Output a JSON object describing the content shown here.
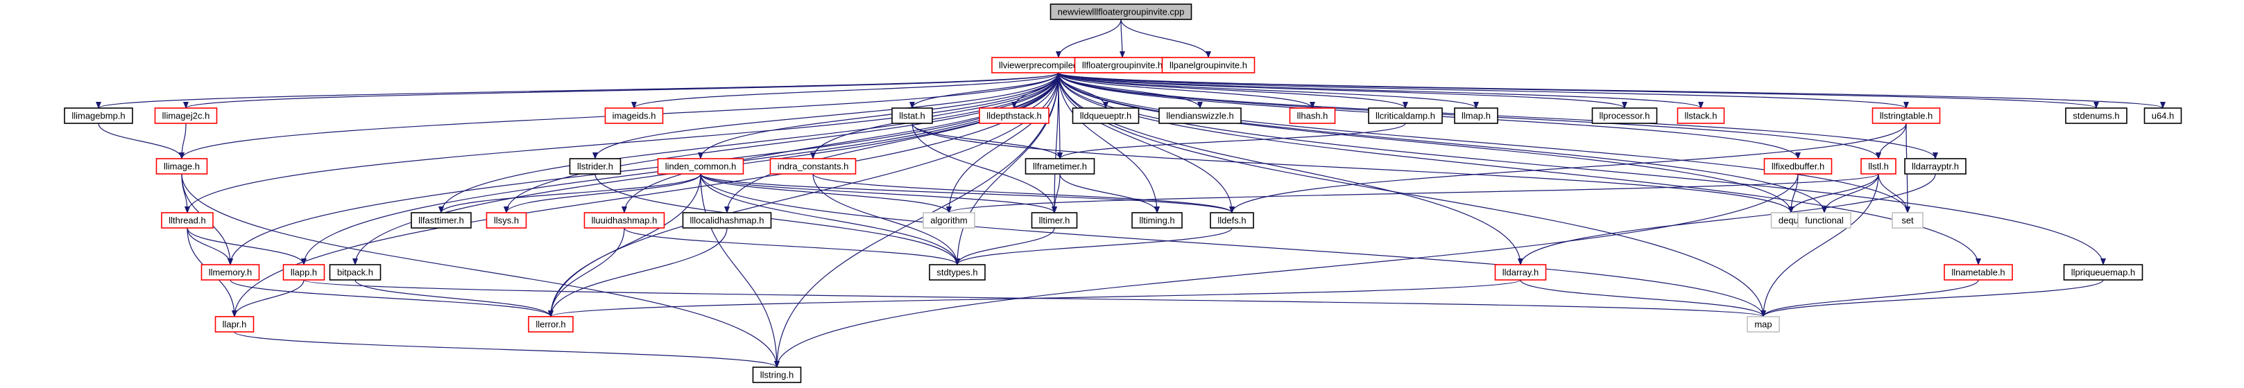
{
  "graph": {
    "colors": {
      "edge": "#191970",
      "border_default": "#000000",
      "border_missing_doc": "#ff0000",
      "border_system": "#bfbfbf",
      "fill_root": "#bfbfbf",
      "fill_default": "#ffffff"
    },
    "nodes": [
      {
        "id": "root",
        "label": "newviewlllfloatergroupinvite.cpp",
        "style": "root"
      },
      {
        "id": "pch",
        "label": "llviewerprecompiledheaders.h",
        "style": "missing"
      },
      {
        "id": "flgi",
        "label": "llfloatergroupinvite.h",
        "style": "missing"
      },
      {
        "id": "pgi",
        "label": "llpanelgroupinvite.h",
        "style": "missing"
      },
      {
        "id": "llimagebmp",
        "label": "llimagebmp.h",
        "style": "default"
      },
      {
        "id": "llimagej2c",
        "label": "llimagej2c.h",
        "style": "missing"
      },
      {
        "id": "imageids",
        "label": "imageids.h",
        "style": "missing"
      },
      {
        "id": "llstat",
        "label": "llstat.h",
        "style": "default"
      },
      {
        "id": "lldepthstack",
        "label": "lldepthstack.h",
        "style": "missing"
      },
      {
        "id": "lldqueueptr",
        "label": "lldqueueptr.h",
        "style": "default"
      },
      {
        "id": "llendianswizzle",
        "label": "llendianswizzle.h",
        "style": "default"
      },
      {
        "id": "llhash",
        "label": "llhash.h",
        "style": "missing"
      },
      {
        "id": "llcriticaldamp",
        "label": "llcriticaldamp.h",
        "style": "default"
      },
      {
        "id": "llmap",
        "label": "llmap.h",
        "style": "default"
      },
      {
        "id": "llprocessor",
        "label": "llprocessor.h",
        "style": "default"
      },
      {
        "id": "llstack",
        "label": "llstack.h",
        "style": "missing"
      },
      {
        "id": "llstringtable",
        "label": "llstringtable.h",
        "style": "missing"
      },
      {
        "id": "stdenums",
        "label": "stdenums.h",
        "style": "default"
      },
      {
        "id": "u64",
        "label": "u64.h",
        "style": "default"
      },
      {
        "id": "llimage",
        "label": "llimage.h",
        "style": "missing"
      },
      {
        "id": "llstrider",
        "label": "llstrider.h",
        "style": "default"
      },
      {
        "id": "lindencommon",
        "label": "linden_common.h",
        "style": "missing"
      },
      {
        "id": "indraconst",
        "label": "indra_constants.h",
        "style": "missing"
      },
      {
        "id": "llframetimer",
        "label": "llframetimer.h",
        "style": "default"
      },
      {
        "id": "llfixedbuffer",
        "label": "llfixedbuffer.h",
        "style": "missing"
      },
      {
        "id": "lldarrayptr",
        "label": "lldarrayptr.h",
        "style": "default"
      },
      {
        "id": "llstl",
        "label": "llstl.h",
        "style": "missing"
      },
      {
        "id": "llthread",
        "label": "llthread.h",
        "style": "missing"
      },
      {
        "id": "llfasttimer",
        "label": "llfasttimer.h",
        "style": "default"
      },
      {
        "id": "llsys",
        "label": "llsys.h",
        "style": "missing"
      },
      {
        "id": "lluuidhashmap",
        "label": "lluuidhashmap.h",
        "style": "missing"
      },
      {
        "id": "lllocalidhashmap",
        "label": "lllocalidhashmap.h",
        "style": "default"
      },
      {
        "id": "algorithm",
        "label": "algorithm",
        "style": "system"
      },
      {
        "id": "lltimer",
        "label": "lltimer.h",
        "style": "default"
      },
      {
        "id": "lltiming",
        "label": "lltiming.h",
        "style": "default"
      },
      {
        "id": "lldefs",
        "label": "lldefs.h",
        "style": "default"
      },
      {
        "id": "deque",
        "label": "deque",
        "style": "system"
      },
      {
        "id": "functional",
        "label": "functional",
        "style": "system"
      },
      {
        "id": "set",
        "label": "set",
        "style": "system"
      },
      {
        "id": "llmemory",
        "label": "llmemory.h",
        "style": "missing"
      },
      {
        "id": "llapp",
        "label": "llapp.h",
        "style": "missing"
      },
      {
        "id": "bitpack",
        "label": "bitpack.h",
        "style": "default"
      },
      {
        "id": "stdtypes",
        "label": "stdtypes.h",
        "style": "default"
      },
      {
        "id": "lldarray",
        "label": "lldarray.h",
        "style": "missing"
      },
      {
        "id": "llnametable",
        "label": "llnametable.h",
        "style": "missing"
      },
      {
        "id": "llpriqueuemap",
        "label": "llpriqueuemap.h",
        "style": "default"
      },
      {
        "id": "llapr",
        "label": "llapr.h",
        "style": "missing"
      },
      {
        "id": "llerror",
        "label": "llerror.h",
        "style": "missing"
      },
      {
        "id": "map",
        "label": "map",
        "style": "system"
      },
      {
        "id": "llstring",
        "label": "llstring.h",
        "style": "default"
      }
    ],
    "edges": [
      [
        "root",
        "pch"
      ],
      [
        "root",
        "flgi"
      ],
      [
        "root",
        "pgi"
      ],
      [
        "pch",
        "llimagebmp"
      ],
      [
        "pch",
        "llimagej2c"
      ],
      [
        "pch",
        "imageids"
      ],
      [
        "pch",
        "llstat"
      ],
      [
        "pch",
        "lldepthstack"
      ],
      [
        "pch",
        "lldqueueptr"
      ],
      [
        "pch",
        "llendianswizzle"
      ],
      [
        "pch",
        "llhash"
      ],
      [
        "pch",
        "llcriticaldamp"
      ],
      [
        "pch",
        "llmap"
      ],
      [
        "pch",
        "llprocessor"
      ],
      [
        "pch",
        "llstack"
      ],
      [
        "pch",
        "llstringtable"
      ],
      [
        "pch",
        "stdenums"
      ],
      [
        "pch",
        "u64"
      ],
      [
        "pch",
        "llimage"
      ],
      [
        "pch",
        "llstrider"
      ],
      [
        "pch",
        "lindencommon"
      ],
      [
        "pch",
        "indraconst"
      ],
      [
        "pch",
        "llframetimer"
      ],
      [
        "pch",
        "llfixedbuffer"
      ],
      [
        "pch",
        "lldarrayptr"
      ],
      [
        "pch",
        "llstl"
      ],
      [
        "pch",
        "llthread"
      ],
      [
        "pch",
        "llfasttimer"
      ],
      [
        "pch",
        "llsys"
      ],
      [
        "pch",
        "lluuidhashmap"
      ],
      [
        "pch",
        "lllocalidhashmap"
      ],
      [
        "pch",
        "algorithm"
      ],
      [
        "pch",
        "lltimer"
      ],
      [
        "pch",
        "lltiming"
      ],
      [
        "pch",
        "lldefs"
      ],
      [
        "pch",
        "deque"
      ],
      [
        "pch",
        "functional"
      ],
      [
        "pch",
        "set"
      ],
      [
        "pch",
        "llmemory"
      ],
      [
        "pch",
        "llapp"
      ],
      [
        "pch",
        "bitpack"
      ],
      [
        "pch",
        "stdtypes"
      ],
      [
        "pch",
        "lldarray"
      ],
      [
        "pch",
        "llnametable"
      ],
      [
        "pch",
        "llpriqueuemap"
      ],
      [
        "pch",
        "llapr"
      ],
      [
        "pch",
        "llerror"
      ],
      [
        "pch",
        "map"
      ],
      [
        "pch",
        "llstring"
      ],
      [
        "llimagebmp",
        "llimage"
      ],
      [
        "llimagej2c",
        "llimage"
      ],
      [
        "llimage",
        "llthread"
      ],
      [
        "llimage",
        "llmemory"
      ],
      [
        "llimage",
        "llstring"
      ],
      [
        "llthread",
        "llmemory"
      ],
      [
        "llthread",
        "llapp"
      ],
      [
        "llthread",
        "llapr"
      ],
      [
        "llapp",
        "llapr"
      ],
      [
        "llapp",
        "map"
      ],
      [
        "llapr",
        "llstring"
      ],
      [
        "llmemory",
        "llerror"
      ],
      [
        "bitpack",
        "llerror"
      ],
      [
        "llstrider",
        "stdtypes"
      ],
      [
        "lindencommon",
        "llfasttimer"
      ],
      [
        "lindencommon",
        "llsys"
      ],
      [
        "lindencommon",
        "algorithm"
      ],
      [
        "lindencommon",
        "lltimer"
      ],
      [
        "lindencommon",
        "lldefs"
      ],
      [
        "lindencommon",
        "stdtypes"
      ],
      [
        "lindencommon",
        "llerror"
      ],
      [
        "lindencommon",
        "llstring"
      ],
      [
        "lindencommon",
        "map"
      ],
      [
        "lluuidhashmap",
        "stdtypes"
      ],
      [
        "lluuidhashmap",
        "llerror"
      ],
      [
        "lllocalidhashmap",
        "llerror"
      ],
      [
        "indraconst",
        "stdtypes"
      ],
      [
        "indraconst",
        "lldefs"
      ],
      [
        "llstat",
        "llframetimer"
      ],
      [
        "llstat",
        "lltimer"
      ],
      [
        "llstat",
        "deque"
      ],
      [
        "llcriticaldamp",
        "llframetimer"
      ],
      [
        "llframetimer",
        "lltimer"
      ],
      [
        "llframetimer",
        "lltiming"
      ],
      [
        "lltimer",
        "stdtypes"
      ],
      [
        "lldefs",
        "stdtypes"
      ],
      [
        "llstringtable",
        "llstl"
      ],
      [
        "llstringtable",
        "set"
      ],
      [
        "llstringtable",
        "lldefs"
      ],
      [
        "llstl",
        "algorithm"
      ],
      [
        "llstl",
        "deque"
      ],
      [
        "llstl",
        "functional"
      ],
      [
        "llstl",
        "set"
      ],
      [
        "llstl",
        "map"
      ],
      [
        "llfixedbuffer",
        "deque"
      ],
      [
        "llfixedbuffer",
        "llstring"
      ],
      [
        "lldarrayptr",
        "lldarray"
      ],
      [
        "lldarray",
        "llerror"
      ],
      [
        "lldarray",
        "map"
      ],
      [
        "llnametable",
        "map"
      ],
      [
        "llpriqueuemap",
        "map"
      ]
    ]
  }
}
